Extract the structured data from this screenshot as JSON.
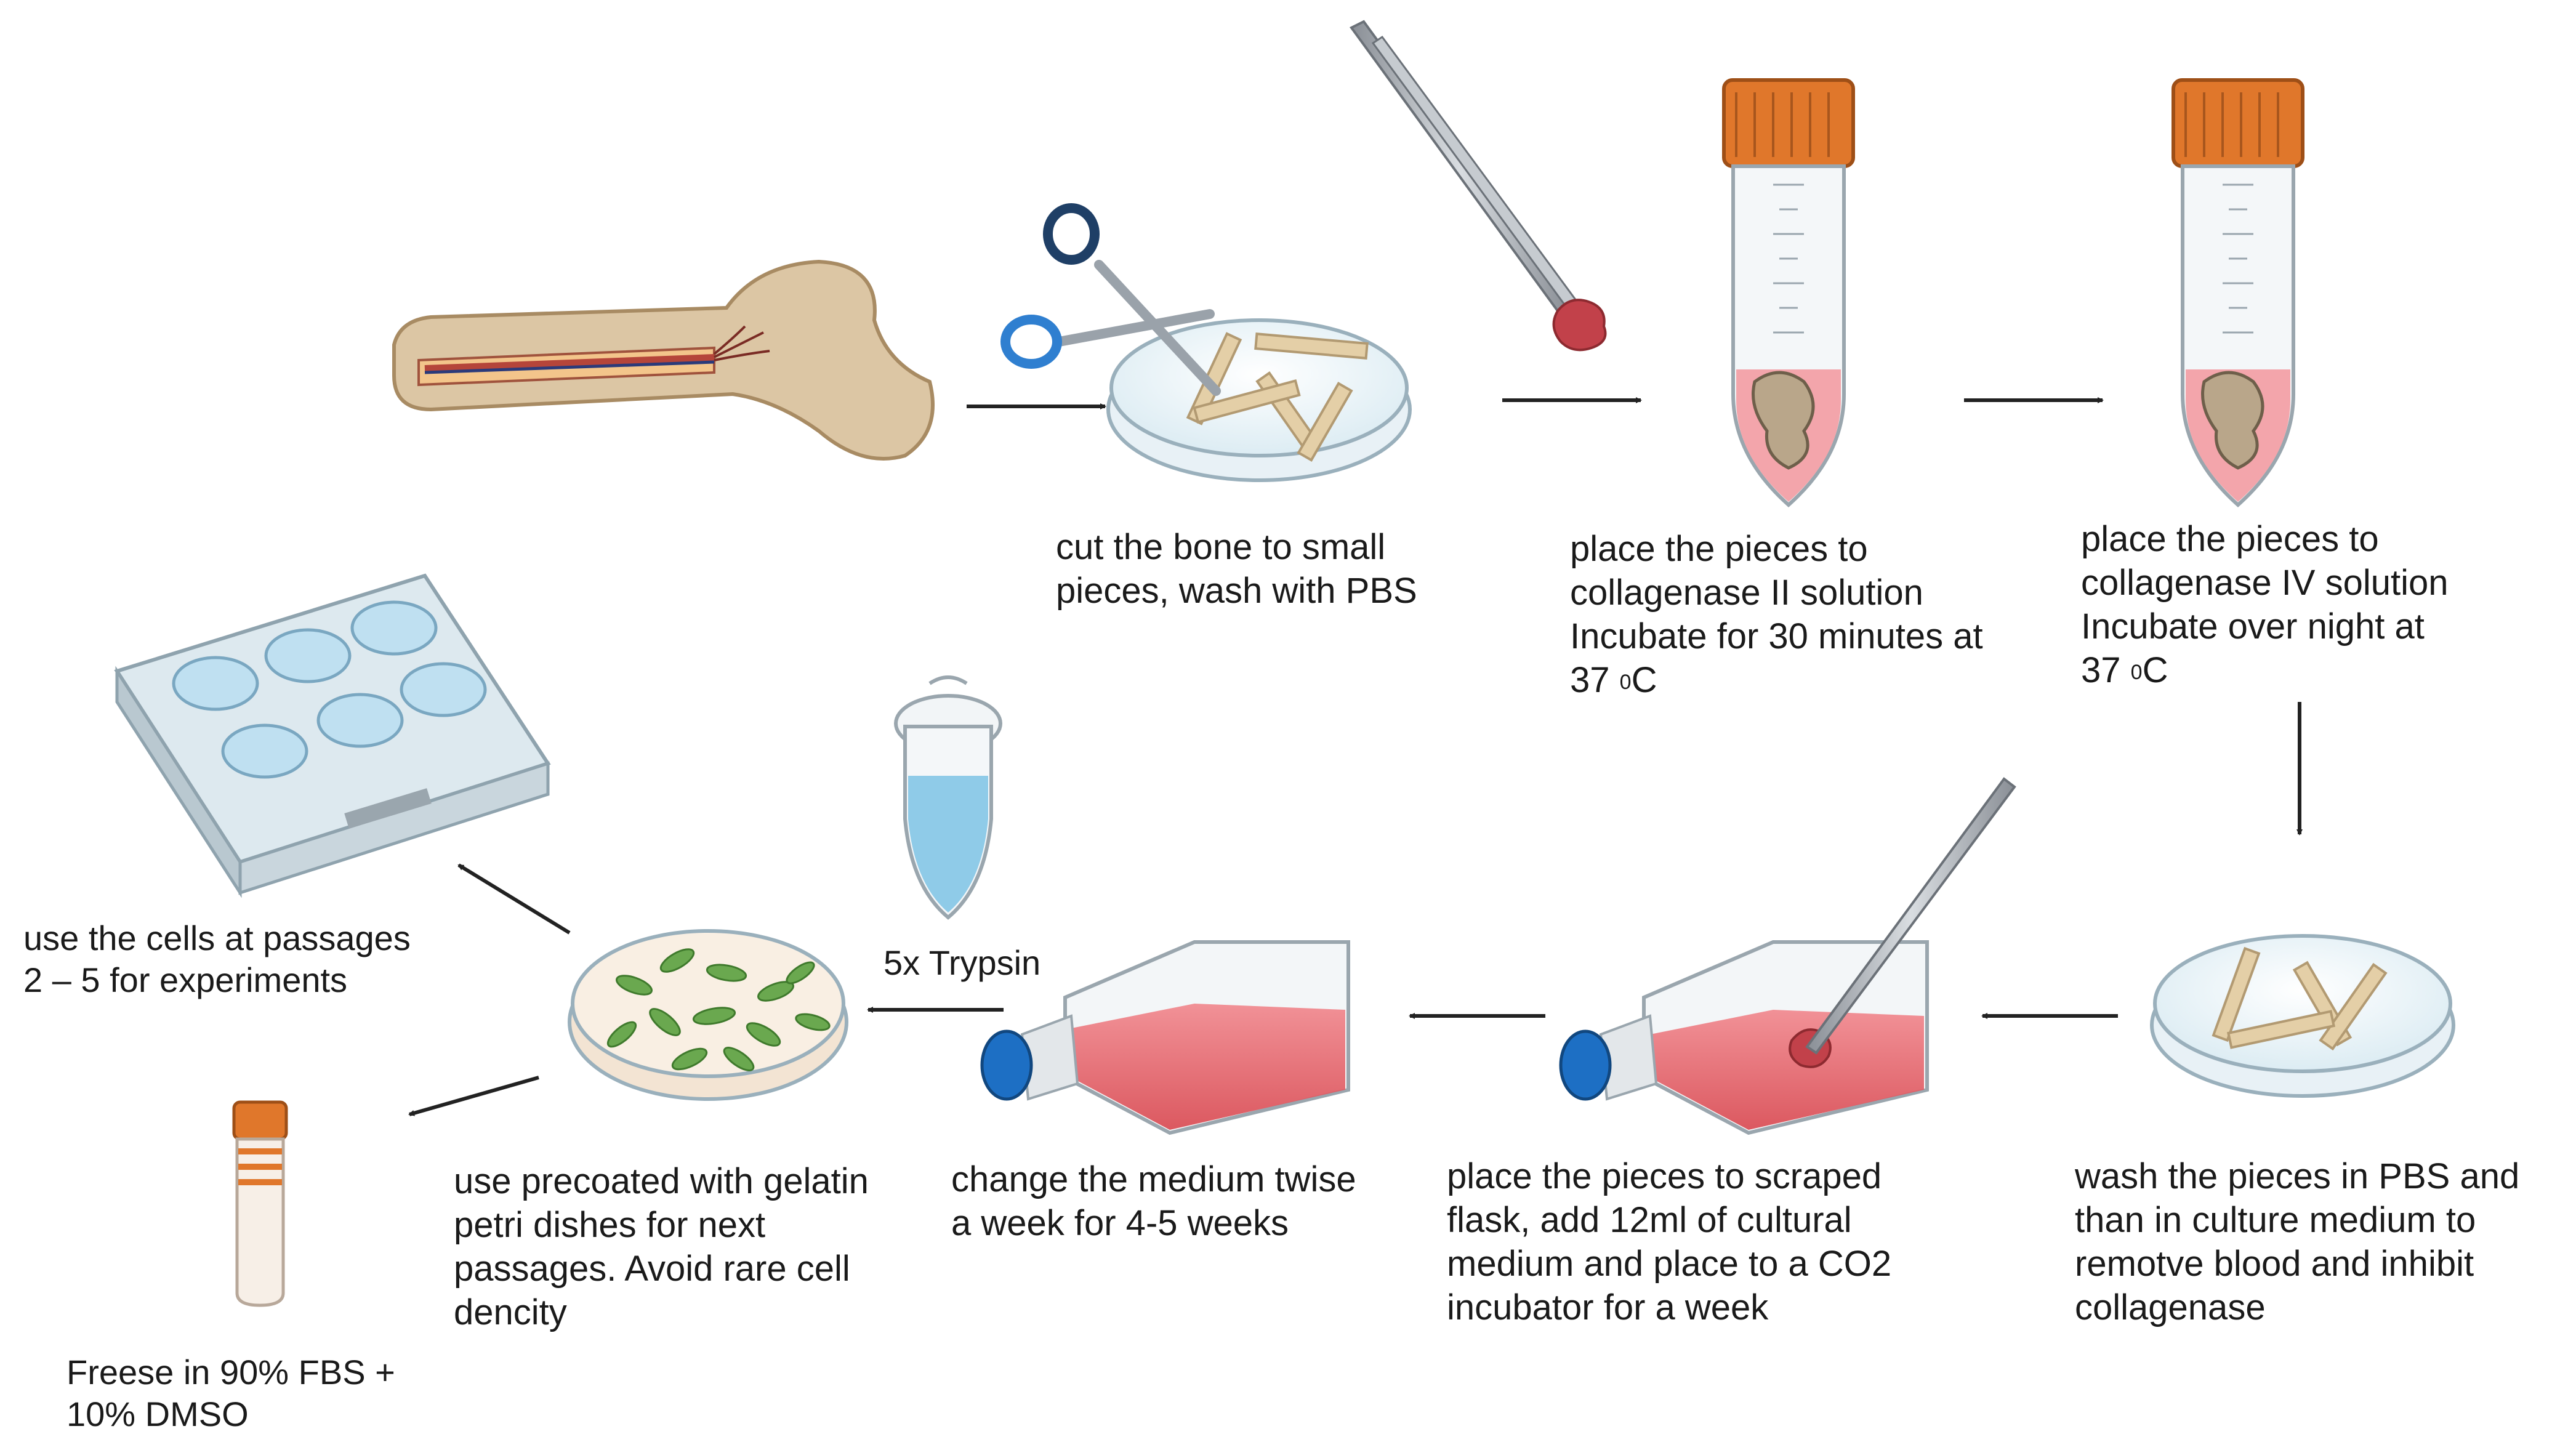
{
  "steps": {
    "cut": {
      "lines": [
        "cut the bone to small",
        "pieces, wash with PBS"
      ]
    },
    "coll2": {
      "lines": [
        "place the pieces to",
        "collagenase II solution",
        "Incubate for 30 minutes at"
      ],
      "temp": "37 ",
      "deg": "0",
      "unit": "C"
    },
    "coll4": {
      "lines": [
        "place the pieces to",
        "collagenase IV solution",
        "Incubate over night at"
      ],
      "temp": "37 ",
      "deg": "0",
      "unit": "C"
    },
    "wash": {
      "lines": [
        "wash the pieces in PBS and",
        "than in culture medium to",
        "remotve blood and inhibit",
        "collagenase"
      ]
    },
    "flask": {
      "lines": [
        "place the pieces to scraped",
        "flask, add 12ml of cultural",
        "medium and place to a CO2",
        "incubator  for a week"
      ]
    },
    "medium": {
      "lines": [
        "change the medium twise",
        "a week for 4-5 weeks"
      ]
    },
    "trypsin": {
      "label": "5x Trypsin"
    },
    "gelatin": {
      "lines": [
        "use precoated with gelatin",
        "petri dishes for next",
        "passages. Avoid rare cell",
        "dencity"
      ]
    },
    "passages": {
      "lines": [
        "use the cells at passages",
        "2 – 5 for experiments"
      ]
    },
    "freeze": {
      "lines": [
        "Freese in 90% FBS +",
        "10% DMSO"
      ]
    }
  },
  "colors": {
    "bone": "#d9c2a0",
    "marrow": "#b5453a",
    "tube_cap": "#e0772b",
    "medium_red": "#e8636b",
    "dish_blue": "#c7e1ef",
    "trypsin_blue": "#8fcbe8",
    "cell_green": "#6aa84f",
    "scissors_blue": "#2f7fd0",
    "arrow": "#222222"
  }
}
